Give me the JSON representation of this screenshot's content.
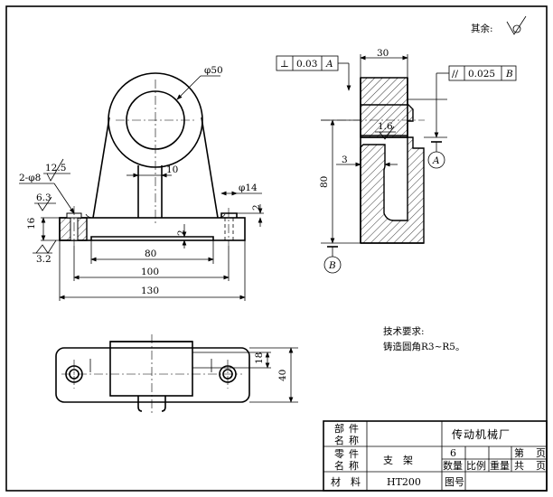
{
  "surface_finish_note": "其余:",
  "views": {
    "front": {
      "dim_dia50": "φ50",
      "dim_12_5": "12.5",
      "dim_2xphi8": "2-φ8",
      "dim_6_3": "6.3",
      "dim_16": "16",
      "dim_3_2": "3.2",
      "dim_10": "10",
      "dim_phi14": "φ14",
      "dim_2a": "2",
      "dim_2b": "2",
      "dim_80": "80",
      "dim_100": "100",
      "dim_130": "130"
    },
    "side": {
      "perp_symbol": "⊥",
      "perp_value": "0.03",
      "perp_datum": "A",
      "par_symbol": "//",
      "par_value": "0.025",
      "par_datum": "B",
      "dim_30": "30",
      "dim_1_6": "1.6",
      "dim_3": "3",
      "dim_80": "80",
      "datum_a": "A",
      "datum_b": "B"
    },
    "top": {
      "dim_18": "18",
      "dim_40": "40"
    }
  },
  "notes": {
    "title": "技术要求:",
    "line1": "铸造圆角R3~R5。"
  },
  "title_block": {
    "part_label": [
      "部",
      "件",
      "名",
      "称"
    ],
    "company": "传动机械厂",
    "component_label": [
      "零",
      "件",
      "名",
      "称"
    ],
    "component_name": "支　架",
    "quantity": "6",
    "page_label_di": "第",
    "page_label_ye": "页",
    "qty_label": "数量",
    "scale_label": "比例",
    "weight_label": "重量",
    "total_label": "共",
    "total_ye": "页",
    "material_label": "材　料",
    "material_value": "HT200",
    "drawing_no_label": "图号"
  }
}
